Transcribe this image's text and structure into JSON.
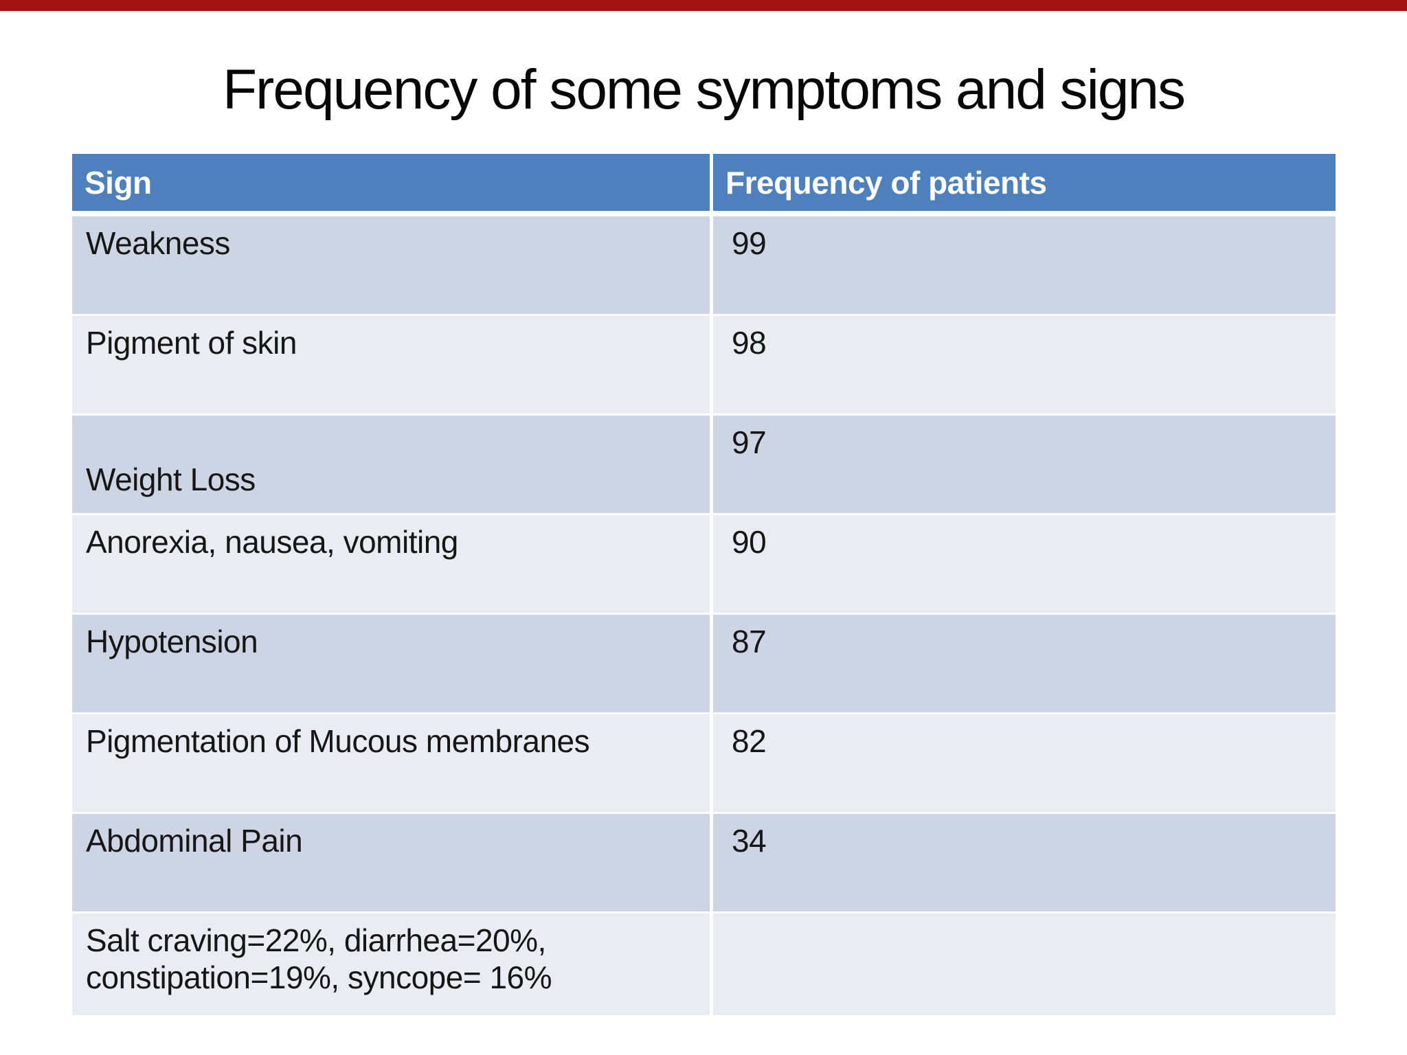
{
  "slide": {
    "title": "Frequency of some symptoms and signs"
  },
  "table": {
    "columns": [
      "Sign",
      "Frequency of patients"
    ],
    "rows": [
      {
        "sign": "Weakness",
        "frequency": "99"
      },
      {
        "sign": "Pigment of skin",
        "frequency": "98"
      },
      {
        "sign": "Weight Loss",
        "frequency": "97"
      },
      {
        "sign": "Anorexia, nausea, vomiting",
        "frequency": "90"
      },
      {
        "sign": "Hypotension",
        "frequency": "87"
      },
      {
        "sign": "Pigmentation of Mucous membranes",
        "frequency": "82"
      },
      {
        "sign": "Abdominal Pain",
        "frequency": "34"
      },
      {
        "sign": "Salt craving=22%, diarrhea=20%, constipation=19%, syncope= 16%",
        "frequency": ""
      }
    ]
  },
  "colors": {
    "top_bar": "#a31414",
    "header_bg": "#4e80bd",
    "header_text": "#ffffff",
    "row_band_dark": "#cdd5e4",
    "row_band_light": "#e9ecf2",
    "body_text": "#161616",
    "background": "#ffffff"
  }
}
